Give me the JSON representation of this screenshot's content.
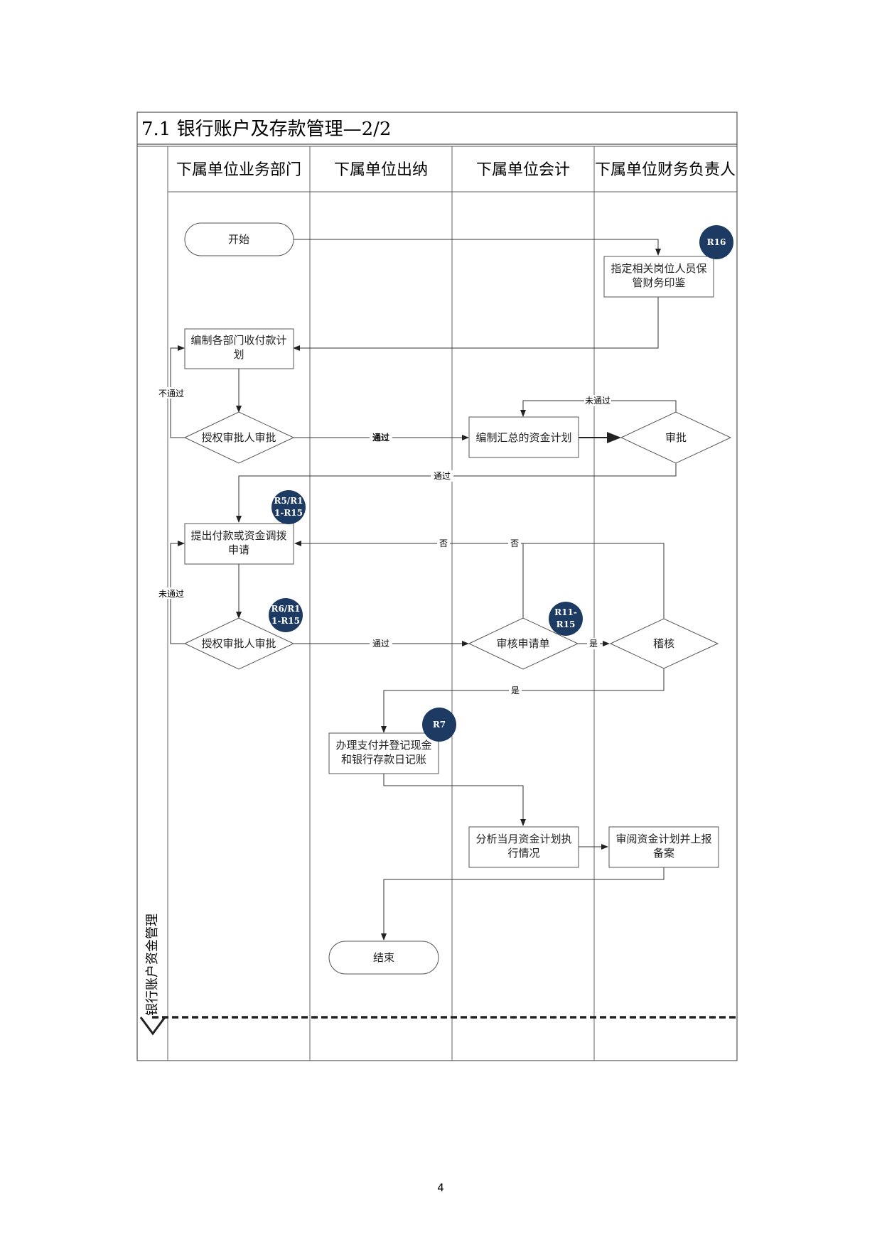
{
  "title": "7.1 银行账户及存款管理—2/2",
  "side_label": "银行账户资金管理",
  "lanes": [
    "下属单位业务部门",
    "下属单位出纳",
    "下属单位会计",
    "下属单位财务负责人"
  ],
  "nodes": {
    "start": "开始",
    "assign_seal_keeper": [
      "指定相关岗位人员保",
      "管财务印鉴"
    ],
    "prepare_plan": [
      "编制各部门收付款计",
      "划"
    ],
    "approve_1": "授权审批人审批",
    "compile_plan": "编制汇总的资金计划",
    "review": "审批",
    "submit_request": [
      "提出付款或资金调拨",
      "申请"
    ],
    "approve_2": "授权审批人审批",
    "audit_request": "审核申请单",
    "check": "稽核",
    "process_payment": [
      "办理支付并登记现金",
      "和银行存款日记账"
    ],
    "analyze": [
      "分析当月资金计划执",
      "行情况"
    ],
    "review_file": [
      "审阅资金计划并上报",
      "备案"
    ],
    "end": "结束"
  },
  "edge_labels": {
    "not_passed_1": "不通过",
    "passed_1": "通过",
    "not_passed_review": "未通过",
    "passed_review": "通过",
    "no_1": "否",
    "no_2": "否",
    "not_passed_2": "未通过",
    "passed_2": "通过",
    "yes_1": "是",
    "yes_2": "是"
  },
  "badges": {
    "r16": "R16",
    "r5": [
      "R5/R1",
      "1-R15"
    ],
    "r6": [
      "R6/R1",
      "1-R15"
    ],
    "r11": [
      "R11-",
      "R15"
    ],
    "r7": "R7"
  },
  "colors": {
    "badge": "#1d3a63",
    "line": "#333333"
  },
  "page_number": "4"
}
